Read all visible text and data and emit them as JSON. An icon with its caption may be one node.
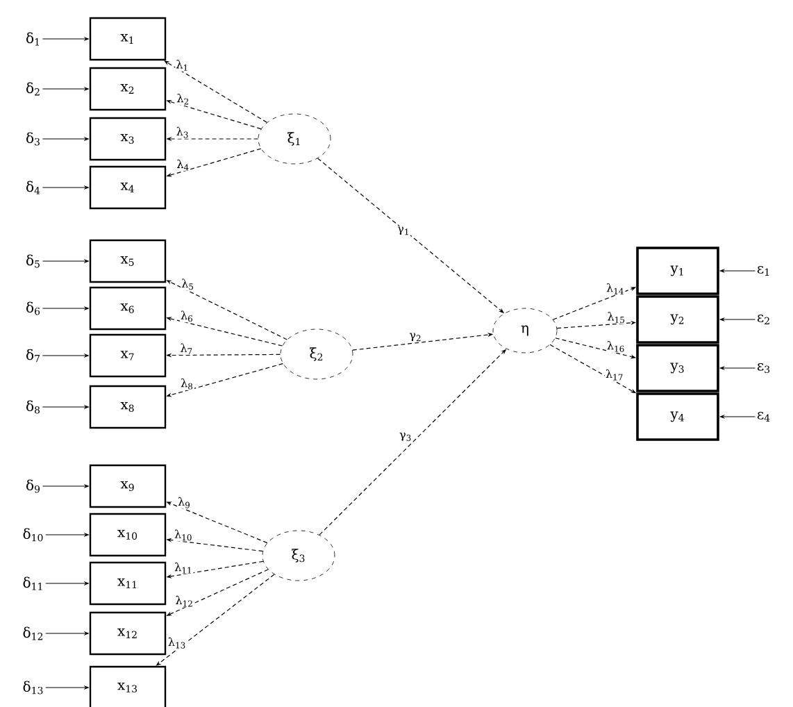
{
  "diagram": {
    "nodes": [
      {
        "text": [
          "δ$_{1}$"
        ]
      },
      {
        "text": [
          "δ$_{2}$"
        ]
      },
      {
        "text": [
          "δ$_{3}$"
        ]
      },
      {
        "text": [
          "δ$_{4}$"
        ]
      },
      {
        "text": [
          "δ$_{5}$"
        ]
      },
      {
        "text": [
          "δ$_{6}$"
        ]
      },
      {
        "text": [
          "δ$_{7}$"
        ]
      },
      {
        "text": [
          "δ$_{8}$"
        ]
      },
      {
        "text": [
          "δ$_{9}$"
        ]
      },
      {
        "text": [
          "δ$_{10}$"
        ]
      },
      {
        "text": [
          "δ$_{11}$"
        ]
      },
      {
        "text": [
          "δ$_{12}$"
        ]
      },
      {
        "text": [
          "δ$_{13}$"
        ]
      },
      {
        "text": [
          "x$_{1}$"
        ]
      },
      {
        "text": [
          "x$_{2}$"
        ]
      },
      {
        "text": [
          "x$_{3}$"
        ]
      },
      {
        "text": [
          "x$_{4}$"
        ]
      },
      {
        "text": [
          "x$_{5}$"
        ]
      },
      {
        "text": [
          "x$_{6}$"
        ]
      },
      {
        "text": [
          "x$_{7}$"
        ]
      },
      {
        "text": [
          "x$_{8}$"
        ]
      },
      {
        "text": [
          "x$_{9}$"
        ]
      },
      {
        "text": [
          "x$_{10}$"
        ]
      },
      {
        "text": [
          "x$_{11}$"
        ]
      },
      {
        "text": [
          "x$_{12}$"
        ]
      },
      {
        "text": [
          "x$_{13}$"
        ]
      },
      {
        "text": [
          "ξ$_{1}$"
        ]
      },
      {
        "text": [
          "ξ$_{2}$"
        ]
      },
      {
        "text": [
          "ξ$_{3}$"
        ]
      },
      {
        "text": [
          "η"
        ]
      },
      {
        "text": [
          "y$_{1}$"
        ]
      },
      {
        "text": [
          "y$_{2}$"
        ]
      },
      {
        "text": [
          "y$_{3}$"
        ]
      },
      {
        "text": [
          "y$_{4}$"
        ]
      },
      {
        "text": [
          "ε$_{1}$"
        ]
      },
      {
        "text": [
          "ε$_{2}$"
        ]
      },
      {
        "text": [
          "ε$_{3}$"
        ]
      },
      {
        "text": [
          "ε$_{4}$"
        ]
      }
    ],
    "edges": [
      {
        "from": 0,
        "to": 13,
        "arrow": "to"
      },
      {
        "from": 1,
        "to": 14,
        "arrow": "to"
      },
      {
        "from": 2,
        "to": 15,
        "arrow": "to"
      },
      {
        "from": 3,
        "to": 16,
        "arrow": "to"
      },
      {
        "from": 4,
        "to": 17,
        "arrow": "to"
      },
      {
        "from": 5,
        "to": 18,
        "arrow": "to"
      },
      {
        "from": 6,
        "to": 19,
        "arrow": "to"
      },
      {
        "from": 7,
        "to": 20,
        "arrow": "to"
      },
      {
        "from": 8,
        "to": 21,
        "arrow": "to"
      },
      {
        "from": 9,
        "to": 22,
        "arrow": "to"
      },
      {
        "from": 10,
        "to": 23,
        "arrow": "to"
      },
      {
        "from": 11,
        "to": 24,
        "arrow": "to"
      },
      {
        "from": 12,
        "to": 25,
        "arrow": "to"
      },
      {
        "from": 26,
        "to": 13,
        "arrow": "to",
        "label": "λ$_{1}$",
        "style": "dashed"
      },
      {
        "from": 26,
        "to": 14,
        "arrow": "to",
        "label": "λ$_{2}$",
        "style": "dashed"
      },
      {
        "from": 26,
        "to": 15,
        "arrow": "to",
        "label": "λ$_{3}$",
        "style": "dashed"
      },
      {
        "from": 26,
        "to": 16,
        "arrow": "to",
        "label": "λ$_{4}$",
        "style": "dashed"
      },
      {
        "from": 27,
        "to": 17,
        "arrow": "to",
        "label": "λ$_{5}$",
        "style": "dashed"
      },
      {
        "from": 27,
        "to": 18,
        "arrow": "to",
        "label": "λ$_{6}$",
        "style": "dashed"
      },
      {
        "from": 27,
        "to": 19,
        "arrow": "to",
        "label": "λ$_{7}$",
        "style": "dashed"
      },
      {
        "from": 27,
        "to": 20,
        "arrow": "to",
        "label": "λ$_{8}$",
        "style": "dashed"
      },
      {
        "from": 28,
        "to": 21,
        "arrow": "to",
        "label": "λ$_{9}$",
        "style": "dashed"
      },
      {
        "from": 28,
        "to": 22,
        "arrow": "to",
        "label": "λ$_{10}$",
        "style": "dashed"
      },
      {
        "from": 28,
        "to": 23,
        "arrow": "to",
        "label": "λ$_{11}$",
        "style": "dashed"
      },
      {
        "from": 28,
        "to": 24,
        "arrow": "to",
        "label": "λ$_{12}$",
        "style": "dashed"
      },
      {
        "from": 28,
        "to": 25,
        "arrow": "to",
        "label": "λ$_{13}$",
        "style": "dashed"
      },
      {
        "from": 26,
        "to": 29,
        "arrow": "to",
        "label": "γ$_{1}$",
        "style": "dashed"
      },
      {
        "from": 27,
        "to": 29,
        "arrow": "to",
        "label": "γ$_{2}$",
        "style": "dashed"
      },
      {
        "from": 28,
        "to": 29,
        "arrow": "to",
        "label": "γ$_{3}$",
        "style": "dashed"
      },
      {
        "from": 29,
        "to": 30,
        "arrow": "to",
        "label": "λ$_{14}$",
        "style": "dashed"
      },
      {
        "from": 29,
        "to": 31,
        "arrow": "to",
        "label": "λ$_{15}$",
        "style": "dashed"
      },
      {
        "from": 29,
        "to": 32,
        "arrow": "to",
        "label": "λ$_{16}$",
        "style": "dashed"
      },
      {
        "from": 29,
        "to": 33,
        "arrow": "to",
        "label": "λ$_{17}$",
        "style": "dashed"
      },
      {
        "from": 34,
        "to": 30,
        "arrow": "to"
      },
      {
        "from": 35,
        "to": 31,
        "arrow": "to"
      },
      {
        "from": 36,
        "to": 32,
        "arrow": "to"
      },
      {
        "from": 37,
        "to": 33,
        "arrow": "to"
      }
    ]
  }
}
